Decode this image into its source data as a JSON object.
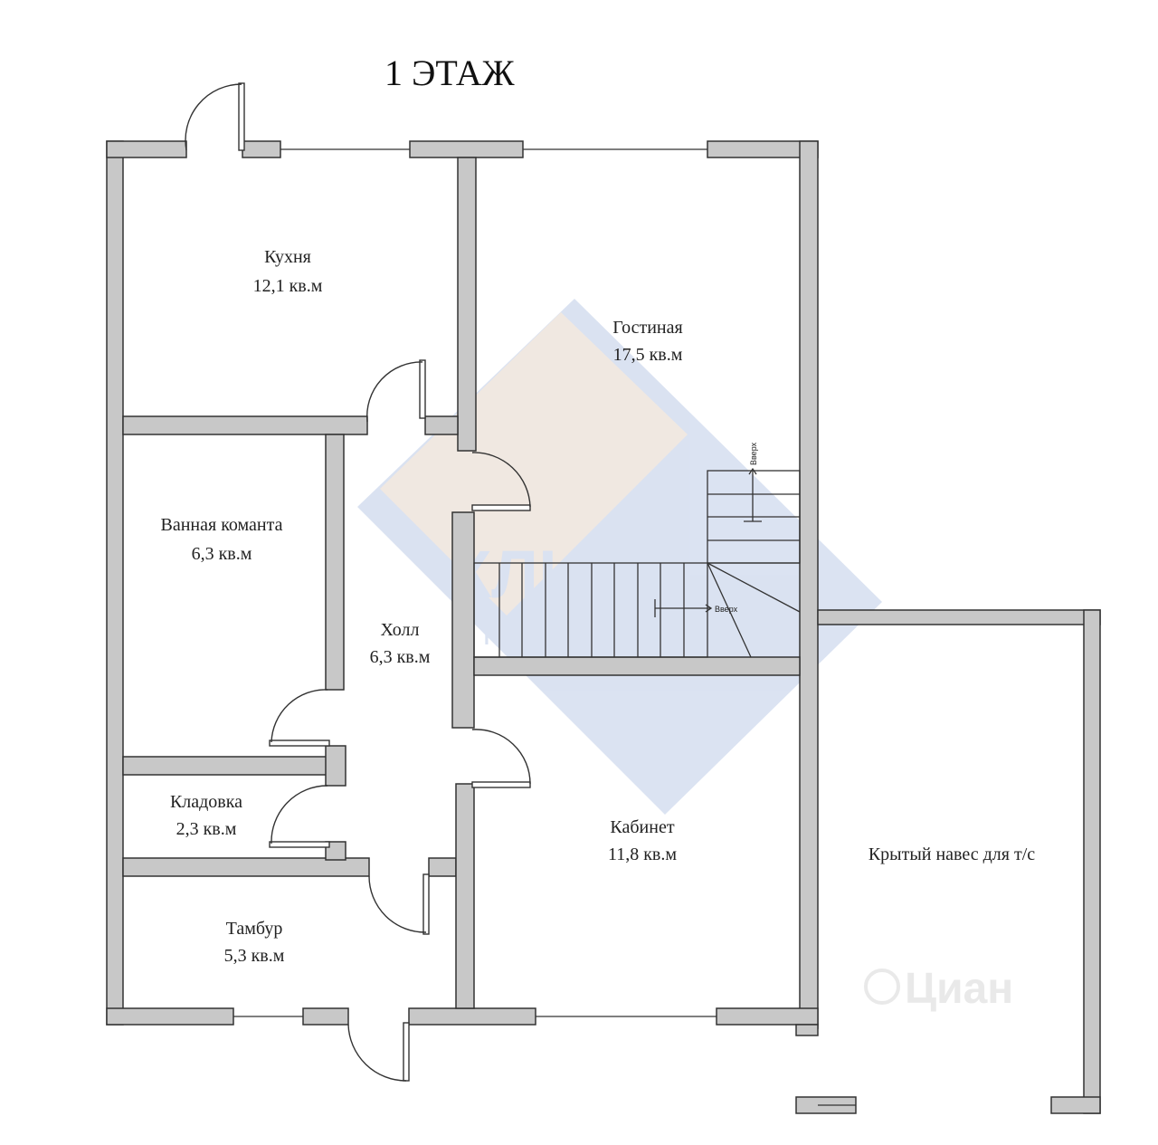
{
  "title": "1 ЭТАЖ",
  "rooms": {
    "kitchen": {
      "name": "Кухня",
      "area": "12,1 кв.м"
    },
    "living": {
      "name": "Гостиная",
      "area": "17,5 кв.м"
    },
    "bathroom": {
      "name": "Ванная команта",
      "area": "6,3 кв.м"
    },
    "hall": {
      "name": "Холл",
      "area": "6,3 кв.м"
    },
    "pantry": {
      "name": "Кладовка",
      "area": "2,3 кв.м"
    },
    "vestibule": {
      "name": "Тамбур",
      "area": "5,3 кв.м"
    },
    "office": {
      "name": "Кабинет",
      "area": "11,8 кв.м"
    },
    "carport": {
      "name": "Крытый навес для т/с"
    }
  },
  "stairs": {
    "up_label_1": "Вверх",
    "up_label_2": "Вверх"
  },
  "watermark": {
    "brand": "КЛЮЧ",
    "sub": "АГЕНТСТВО",
    "site": "Циан",
    "color": "#5b7fc4",
    "accent": "#e7a35a"
  }
}
